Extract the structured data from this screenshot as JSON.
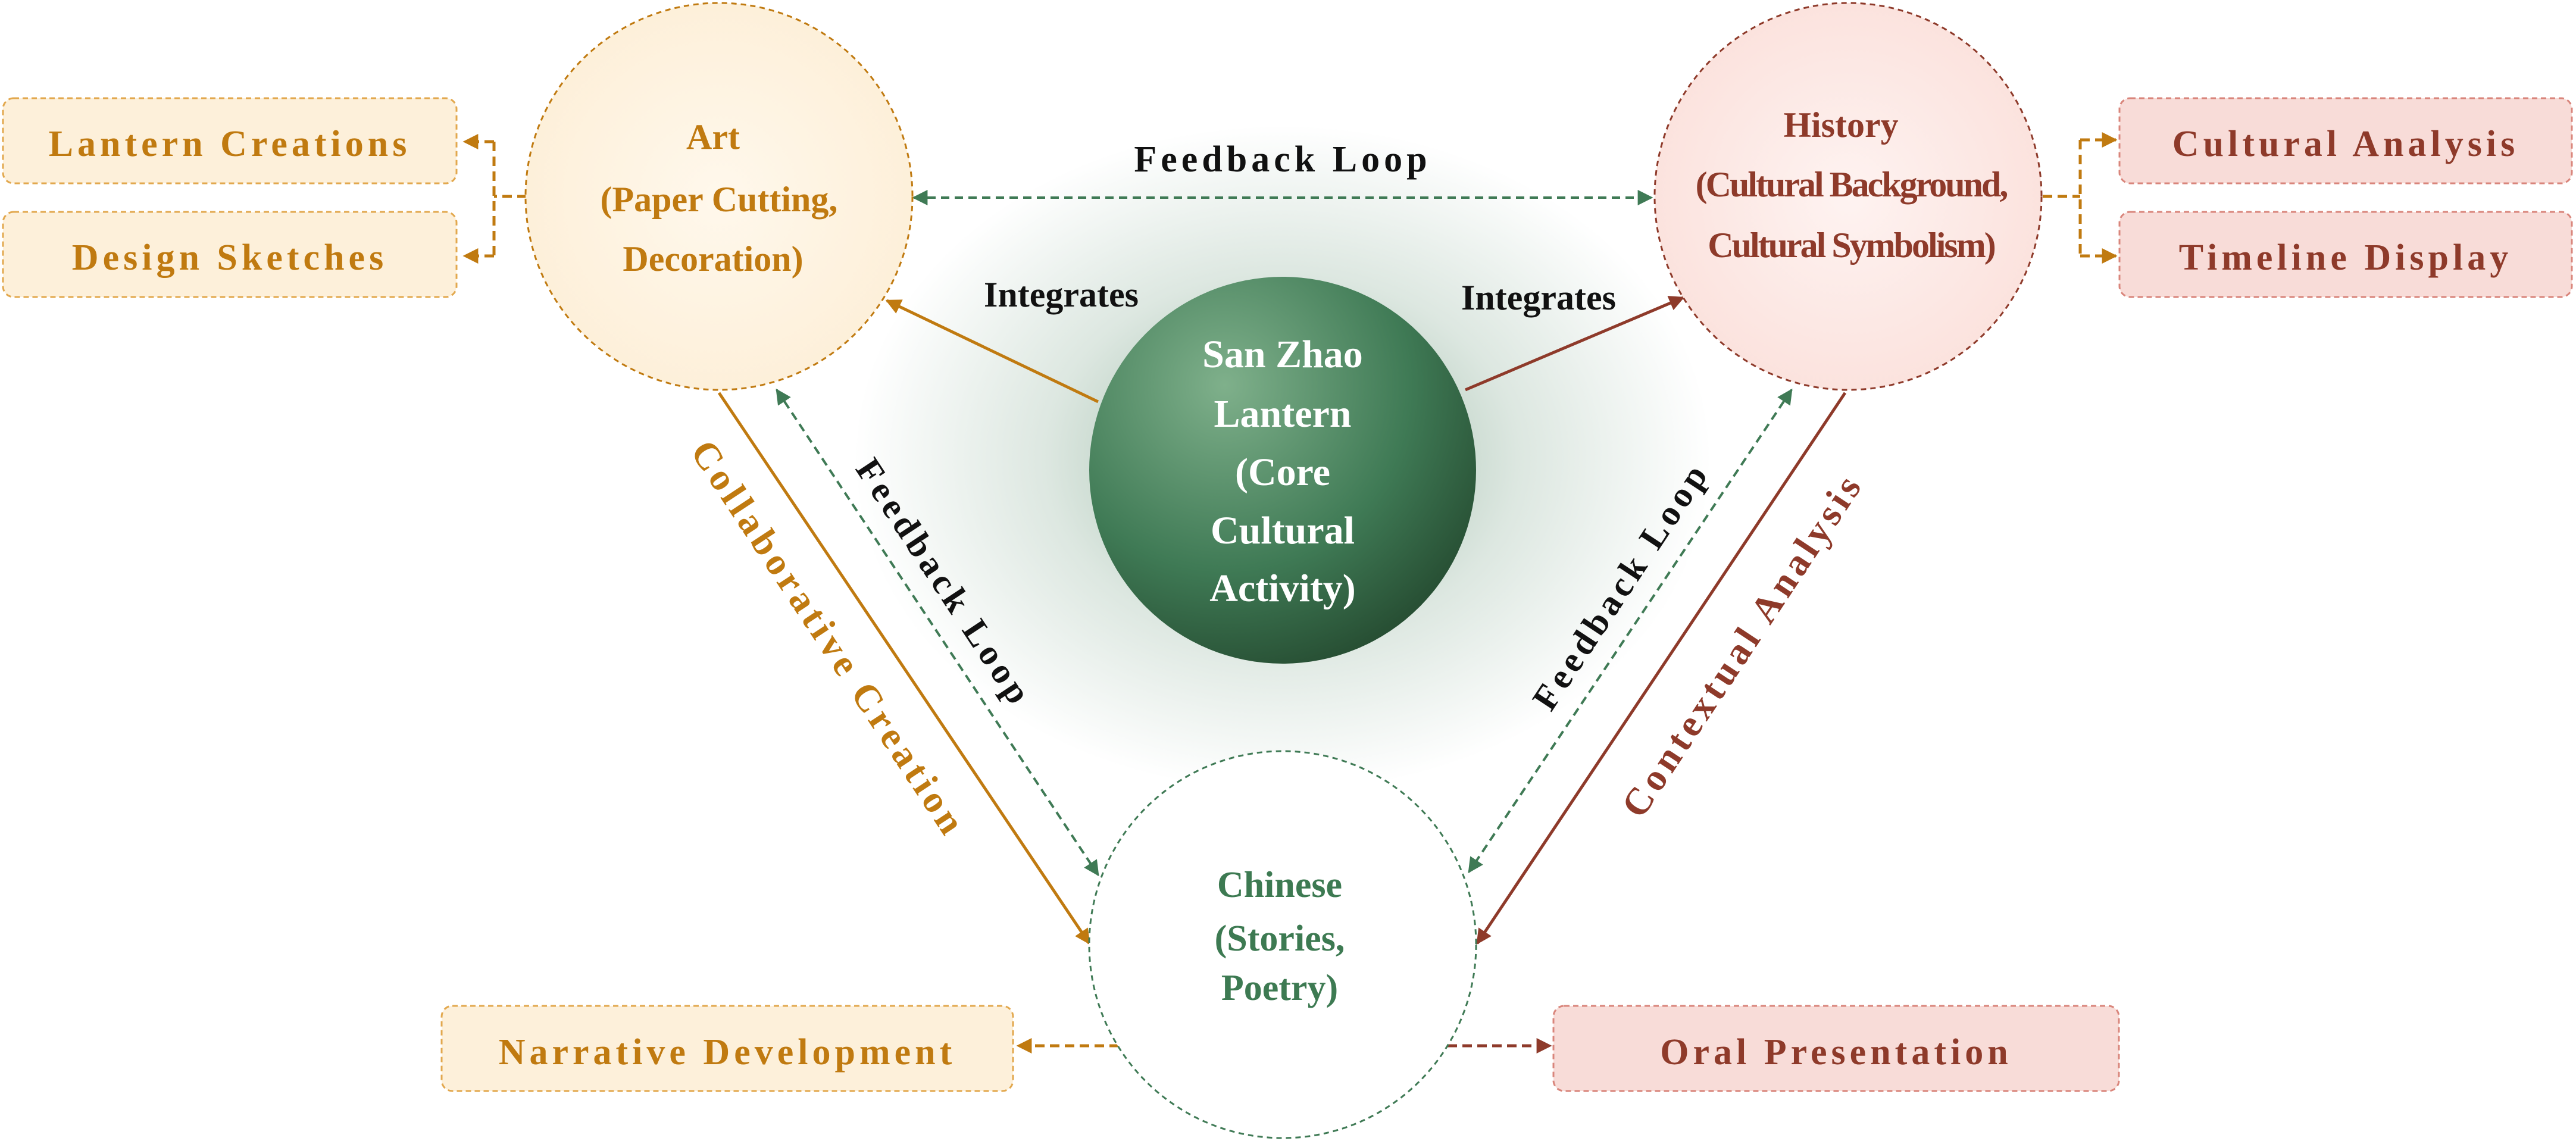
{
  "colors": {
    "art": "#C07A10",
    "art_fill": "#FDF0DA",
    "history": "#8E3A2A",
    "history_fill": "#FBE3DF",
    "chinese": "#3D7A52",
    "center_light": "#7FB08B",
    "center_dark": "#2F5E3E",
    "feedback": "#3F7A55",
    "label_dark": "#111111",
    "box_art_fill": "#FDF0DA",
    "box_history_fill": "#F8DCD8"
  },
  "nodes": {
    "center": {
      "lines": [
        "San Zhao",
        "Lantern",
        "(Core",
        "Cultural",
        "Activity)"
      ]
    },
    "art": {
      "lines": [
        "Art",
        "(Paper Cutting,",
        "Decoration)"
      ]
    },
    "history": {
      "lines": [
        "History",
        "(Cultural Background,",
        "Cultural Symbolism)"
      ]
    },
    "chinese": {
      "lines": [
        "Chinese",
        "(Stories,",
        "Poetry)"
      ]
    }
  },
  "boxes": {
    "lantern_creations": "Lantern Creations",
    "design_sketches": "Design Sketches",
    "cultural_analysis": "Cultural Analysis",
    "timeline_display": "Timeline Display",
    "narrative_development": "Narrative Development",
    "oral_presentation": "Oral Presentation"
  },
  "edges": {
    "feedback_top": "Feedback Loop",
    "integrates_left": "Integrates",
    "integrates_right": "Integrates",
    "feedback_left": "Feedback Loop",
    "feedback_right": "Feedback Loop",
    "collaborative_creation": "Collaborative Creation",
    "contextual_analysis": "Contextual Analysis"
  }
}
